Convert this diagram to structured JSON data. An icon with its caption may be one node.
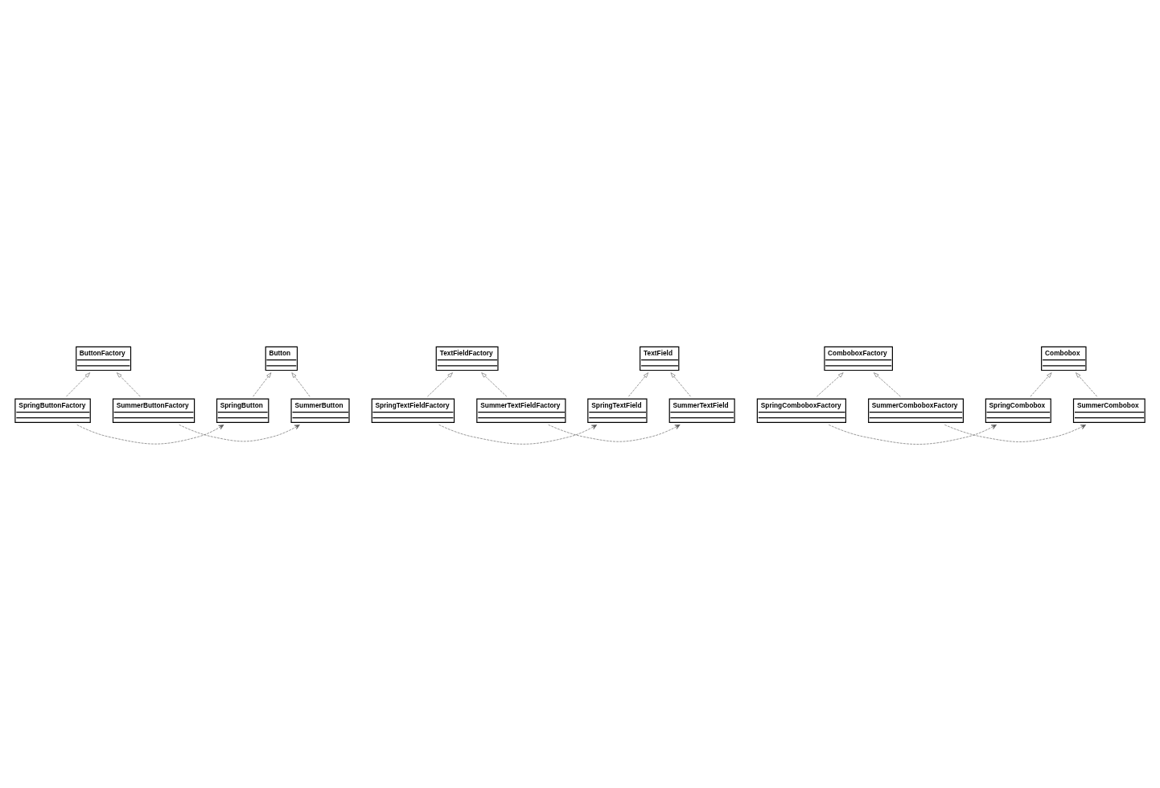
{
  "diagram": {
    "nodes": [
      {
        "text": [
          "ButtonFactory"
        ]
      },
      {
        "text": [
          "Button"
        ]
      },
      {
        "text": [
          "SpringButtonFactory"
        ]
      },
      {
        "text": [
          "SummerButtonFactory"
        ]
      },
      {
        "text": [
          "SpringButton"
        ]
      },
      {
        "text": [
          "SummerButton"
        ]
      },
      {
        "text": [
          "TextFieldFactory"
        ]
      },
      {
        "text": [
          "TextField"
        ]
      },
      {
        "text": [
          "SpringTextFieldFactory"
        ]
      },
      {
        "text": [
          "SummerTextFieldFactory"
        ]
      },
      {
        "text": [
          "SpringTextField"
        ]
      },
      {
        "text": [
          "SummerTextField"
        ]
      },
      {
        "text": [
          "ComboboxFactory"
        ]
      },
      {
        "text": [
          "Combobox"
        ]
      },
      {
        "text": [
          "SpringComboboxFactory"
        ]
      },
      {
        "text": [
          "SummerComboboxFactory"
        ]
      },
      {
        "text": [
          "SpringCombobox"
        ]
      },
      {
        "text": [
          "SummerCombobox"
        ]
      }
    ],
    "edges": [
      {
        "from": 2,
        "to": 0,
        "arrow": "to",
        "style": "dashed"
      },
      {
        "from": 3,
        "to": 0,
        "arrow": "to",
        "style": "dashed"
      },
      {
        "from": 4,
        "to": 1,
        "arrow": "to",
        "style": "dashed"
      },
      {
        "from": 5,
        "to": 1,
        "arrow": "to",
        "style": "dashed"
      },
      {
        "from": 2,
        "to": 4,
        "arrow": "to",
        "style": "dashed"
      },
      {
        "from": 3,
        "to": 5,
        "arrow": "to",
        "style": "dashed"
      },
      {
        "from": 8,
        "to": 6,
        "arrow": "to",
        "style": "dashed"
      },
      {
        "from": 9,
        "to": 6,
        "arrow": "to",
        "style": "dashed"
      },
      {
        "from": 10,
        "to": 7,
        "arrow": "to",
        "style": "dashed"
      },
      {
        "from": 11,
        "to": 7,
        "arrow": "to",
        "style": "dashed"
      },
      {
        "from": 8,
        "to": 10,
        "arrow": "to",
        "style": "dashed"
      },
      {
        "from": 9,
        "to": 11,
        "arrow": "to",
        "style": "dashed"
      },
      {
        "from": 14,
        "to": 12,
        "arrow": "to",
        "style": "dashed"
      },
      {
        "from": 15,
        "to": 12,
        "arrow": "to",
        "style": "dashed"
      },
      {
        "from": 16,
        "to": 13,
        "arrow": "to",
        "style": "dashed"
      },
      {
        "from": 17,
        "to": 13,
        "arrow": "to",
        "style": "dashed"
      },
      {
        "from": 14,
        "to": 16,
        "arrow": "to",
        "style": "dashed"
      },
      {
        "from": 15,
        "to": 17,
        "arrow": "to",
        "style": "dashed"
      }
    ]
  }
}
